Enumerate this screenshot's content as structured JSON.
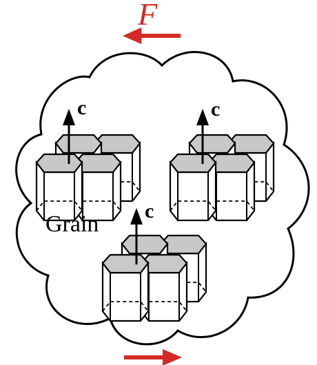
{
  "labels": {
    "force": "F",
    "axis": "c",
    "grain": "Grain"
  },
  "colors": {
    "arrow": "#d42a25",
    "outline": "#000000",
    "top_face": "#c8c8c8",
    "side_face": "#ffffff"
  }
}
